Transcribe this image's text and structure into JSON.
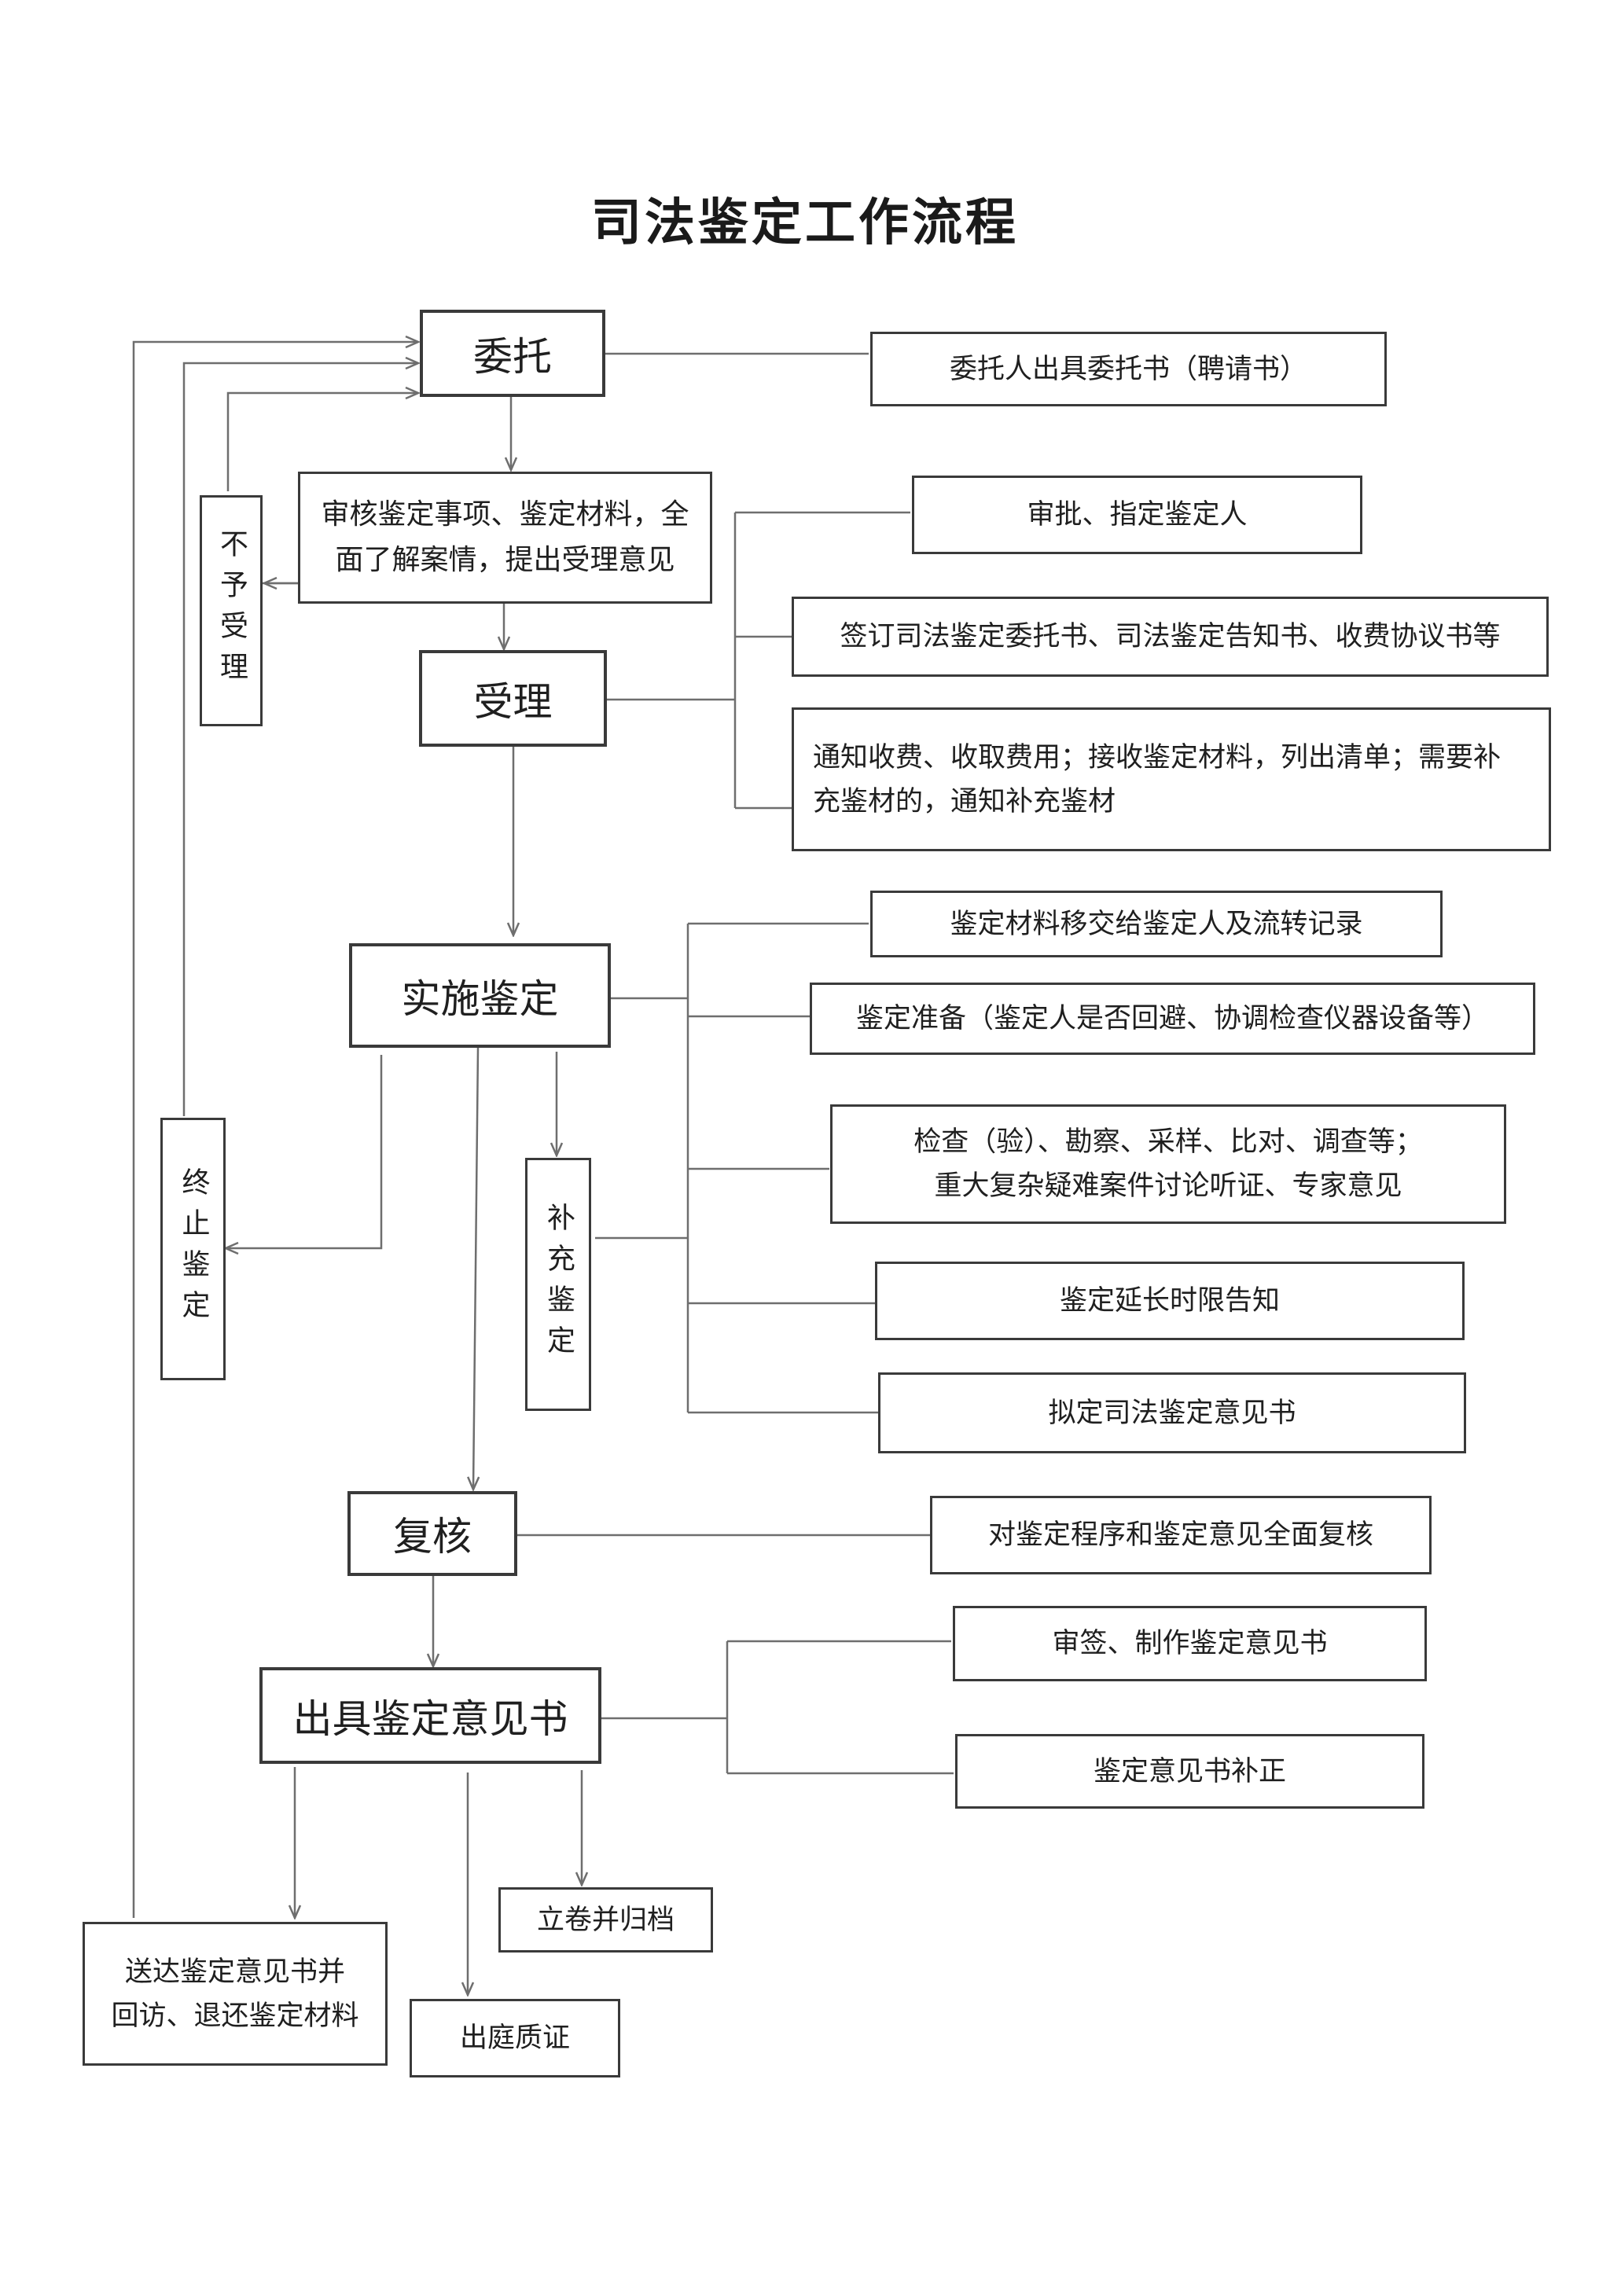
{
  "title": "司法鉴定工作流程",
  "main_steps": {
    "entrust": "委托",
    "accept": "受理",
    "implement": "实施鉴定",
    "review": "复核",
    "issue": "出具鉴定意见书"
  },
  "review_step": "审核鉴定事项、鉴定材料，全\n面了解案情，提出受理意见",
  "branches": {
    "reject": "不予受理",
    "terminate": "终止鉴定",
    "supplement": "补充鉴定"
  },
  "entrust_notes": [
    "委托人出具委托书（聘请书）"
  ],
  "accept_notes": [
    "审批、指定鉴定人",
    "签订司法鉴定委托书、司法鉴定告知书、收费协议书等",
    "通知收费、收取费用；接收鉴定材料，列出清单；需要补\n充鉴材的，通知补充鉴材"
  ],
  "implement_notes": [
    "鉴定材料移交给鉴定人及流转记录",
    "鉴定准备（鉴定人是否回避、协调检查仪器设备等）",
    "检查（验）、勘察、采样、比对、调查等；\n重大复杂疑难案件讨论听证、专家意见",
    "鉴定延长时限告知",
    "拟定司法鉴定意见书"
  ],
  "review_notes": [
    "对鉴定程序和鉴定意见全面复核"
  ],
  "issue_notes": [
    "审签、制作鉴定意见书",
    "鉴定意见书补正"
  ],
  "outcomes": {
    "deliver": "送达鉴定意见书并\n回访、退还鉴定材料",
    "court": "出庭质证",
    "archive": "立卷并归档"
  },
  "colors": {
    "line": "#6e6e6e",
    "box_border": "#3a3a3a",
    "text": "#1f1f1f"
  }
}
